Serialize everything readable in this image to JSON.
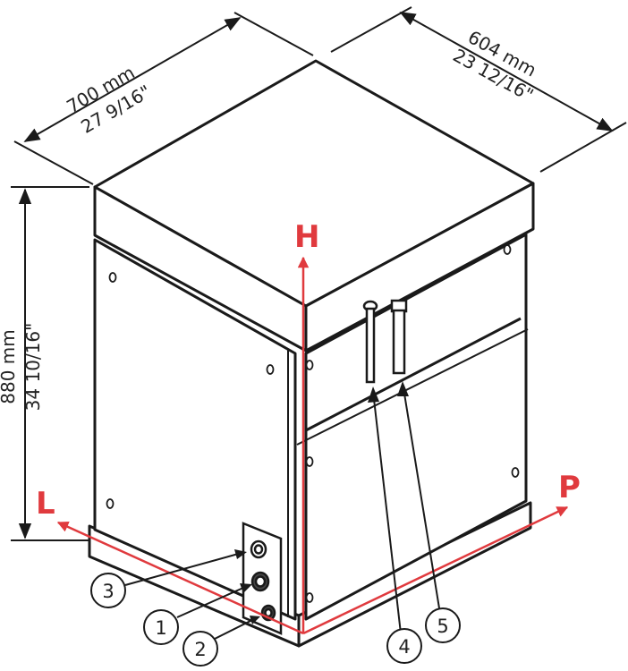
{
  "dimensions": {
    "width": {
      "metric": "700 mm",
      "imperial": "27 9/16\""
    },
    "depth": {
      "metric": "604 mm",
      "imperial": "23 12/16\""
    },
    "height": {
      "metric": "880 mm",
      "imperial": "34 10/16\""
    }
  },
  "axes": {
    "height": "H",
    "left": "L",
    "right": "P"
  },
  "callouts": [
    "1",
    "2",
    "3",
    "4",
    "5"
  ],
  "colors": {
    "axis": "#e03a3e",
    "line": "#1a1a1a",
    "panel": "#ffffff"
  }
}
